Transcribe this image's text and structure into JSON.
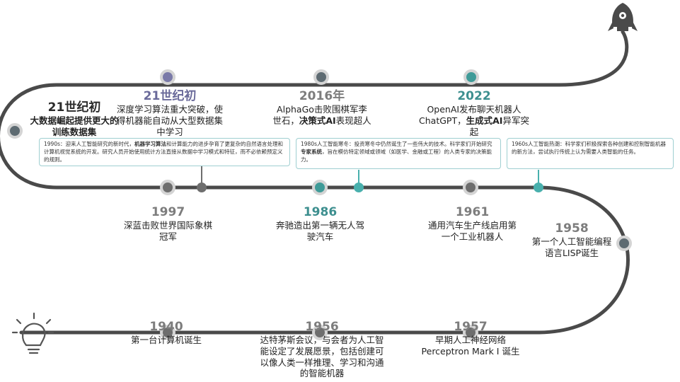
{
  "colors": {
    "track": "#4a4a4a",
    "teal": "#3f9b98",
    "grey": "#6e6e6e",
    "purple": "#7a7aa8",
    "box_border": "#9fcfd1"
  },
  "icons": {
    "start": "lightbulb-icon",
    "end": "rocket-icon"
  },
  "row3": [
    {
      "year": "1940",
      "desc": "第一台计算机诞生"
    },
    {
      "year": "1956",
      "desc": "达特茅斯会议，与会者为人工智能设定了发展愿景，包括创建可以像人类一样推理、学习和沟通的智能机器"
    },
    {
      "year": "1957",
      "desc": "早期人工神经网络 Perceptron Mark I 诞生"
    }
  ],
  "row2": [
    {
      "year": "1958",
      "desc": "第一个人工智能编程语言LISP诞生"
    },
    {
      "year": "1961",
      "desc": "通用汽车生产线启用第一个工业机器人"
    },
    {
      "year": "1986",
      "desc": "奔驰造出第一辆无人驾驶汽车"
    },
    {
      "year": "1997",
      "desc": "深蓝击败世界国际象棋冠军"
    }
  ],
  "row1": [
    {
      "year": "21世纪初",
      "desc": "大数据崛起提供更大的训练数据集"
    },
    {
      "year": "21世纪初",
      "desc": "深度学习算法重大突破，使得机器能自动从大型数据集中学习"
    },
    {
      "year": "2016年",
      "desc_pre": "AlphaGo击败围棋军李世石，",
      "desc_bold": "决策式AI",
      "desc_post": "表现超人"
    },
    {
      "year": "2022",
      "desc_pre": "OpenAI发布聊天机器人ChatGPT，",
      "desc_bold": "生成式AI",
      "desc_post": "异军突起"
    }
  ],
  "boxes": [
    {
      "pre": "1990s：迎来人工智能研究的新时代，",
      "bold": "机器学习算法",
      "post": "和计算能力的进步孕育了更复杂的自然语言处理和计算机视觉系统的开发。研究人员开始使用统计方法直接从数据中学习模式和特征，而不必依赖预定义的规则。"
    },
    {
      "pre": "1980s人工智能寒冬：投资寒冬中仍然诞生了一些伟大的技术。科学家们开始研究",
      "bold": "专家系统",
      "post": "，旨在模仿特定领域或领域（如医学、金融或工程）的人类专家的决策能力。"
    },
    {
      "pre": "1960s人工智能热潮：科学家们积极探索各种创建和控制智能机器的新方法，尝试执行传统上认为需要人类智能的任务。",
      "bold": "",
      "post": ""
    }
  ]
}
